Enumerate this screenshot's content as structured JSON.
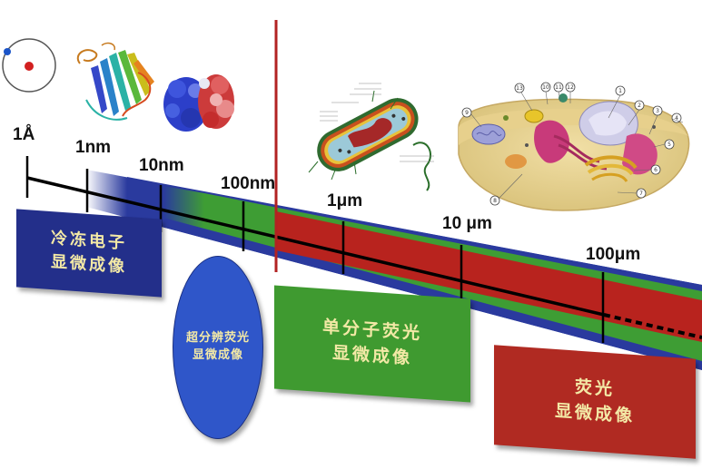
{
  "scale_labels": {
    "angstrom": "1Å",
    "nm1": "1nm",
    "nm10": "10nm",
    "nm100": "100nm",
    "um1": "1μm",
    "um10": "10 μm",
    "um100": "100μm"
  },
  "methods": {
    "cryo_em": {
      "line1": "冷冻电子",
      "line2": "显微成像",
      "color": "#232f8a"
    },
    "super_resolution": {
      "line1": "超分辨荧光",
      "line2": "显微成像",
      "color": "#2f56c9"
    },
    "single_molecule": {
      "line1": "单分子荧光",
      "line2": "显微成像",
      "color": "#3f9a30"
    },
    "fluorescence": {
      "line1": "荧光",
      "line2": "显微成像",
      "color": "#b02a22"
    }
  },
  "colors": {
    "band_blue": "#2a3a9e",
    "band_green": "#3e9d34",
    "band_red": "#b8231e",
    "divider": "#b22222"
  },
  "illustrations": {
    "atom": "atom-icon",
    "protein_ribbon": "protein-ribbon-icon",
    "protein_surface": "protein-surface-icon",
    "bacterium": "bacterium-icon",
    "eukaryotic_cell": "eukaryotic-cell-icon"
  },
  "cell_callouts": [
    "1",
    "2",
    "3",
    "4",
    "5",
    "6",
    "7",
    "8",
    "9",
    "10",
    "11",
    "12",
    "13"
  ]
}
